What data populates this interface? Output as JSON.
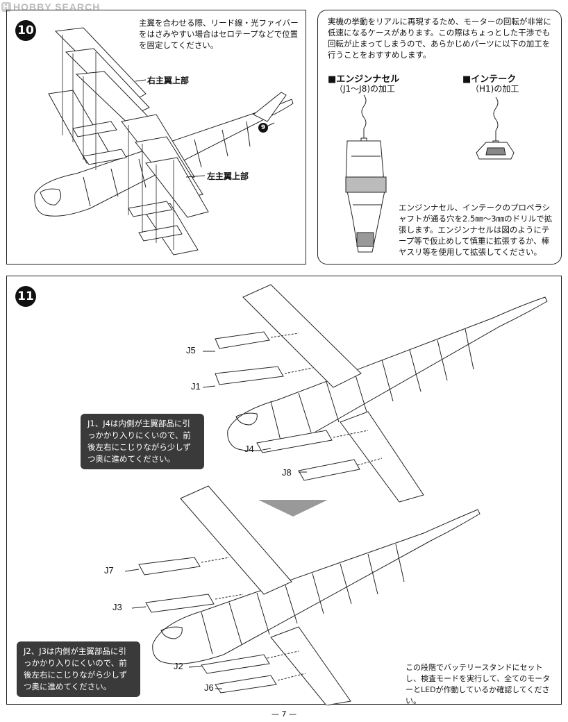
{
  "watermark": {
    "brand": "HOBBY SEARCH"
  },
  "step10": {
    "number": "10",
    "instruction": "主翼を合わせる際、リード線・光ファイバーをはさみやすい場合はセロテープなどで位置を固定してください。",
    "label_right_wing": "右主翼上部",
    "label_left_wing": "左主翼上部",
    "ref_step": "9"
  },
  "tip": {
    "intro": "実機の挙動をリアルに再現するため、モーターの回転が非常に低速になるケースがあります。この際はちょっとした干渉でも回転が止まってしまうので、あらかじめパーツに以下の加工を行うことをおすすめします。",
    "engine_title": "■エンジンナセル",
    "engine_sub": "（J1～J8)の加工",
    "intake_title": "■インテーク",
    "intake_sub": "（H1)の加工",
    "note": "エンジンナセル、インテークのプロペラシャフトが通る穴を2.5㎜～3㎜のドリルで拡張します。エンジンナセルは図のようにテープ等で仮止めして慎重に拡張するか、棒ヤスリ等を使用して拡張してください。"
  },
  "step11": {
    "number": "11",
    "parts_top": [
      "J5",
      "J1",
      "J4",
      "J8"
    ],
    "parts_bottom": [
      "J7",
      "J3",
      "J2",
      "J6"
    ],
    "caution_top": "J1、J4は内側が主翼部品に引っかかり入りにくいので、前後左右にこじりながら少しずつ奥に進めてください。",
    "caution_bottom": "J2、J3は内側が主翼部品に引っかかり入りにくいので、前後左右にこじりながら少しずつ奥に進めてください。",
    "final_note": "この段階でバッテリースタンドにセットし、検査モードを実行して、全てのモーターとLEDが作動しているか確認してください。"
  },
  "page": {
    "number": "— 7 —"
  }
}
